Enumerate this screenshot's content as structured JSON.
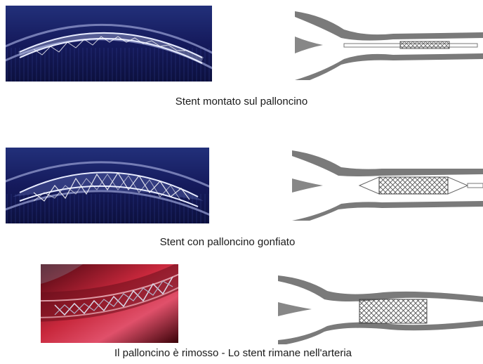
{
  "steps": [
    {
      "caption": "Stent montato sul palloncino",
      "photo_palette": "blue",
      "stent_state": "crimped"
    },
    {
      "caption": "Stent con palloncino gonfiato",
      "photo_palette": "blue",
      "stent_state": "expanding"
    },
    {
      "caption": "Il palloncino è rimosso - Lo stent rimane nell'arteria",
      "photo_palette": "red",
      "stent_state": "deployed"
    }
  ],
  "colors": {
    "photo_blue_dark": "#14185a",
    "photo_blue_mid": "#2c3a8c",
    "photo_red_dark": "#5a0a14",
    "photo_red_mid": "#c8283c",
    "vessel_gray": "#7a7a7a",
    "stent_gray": "#555555"
  }
}
